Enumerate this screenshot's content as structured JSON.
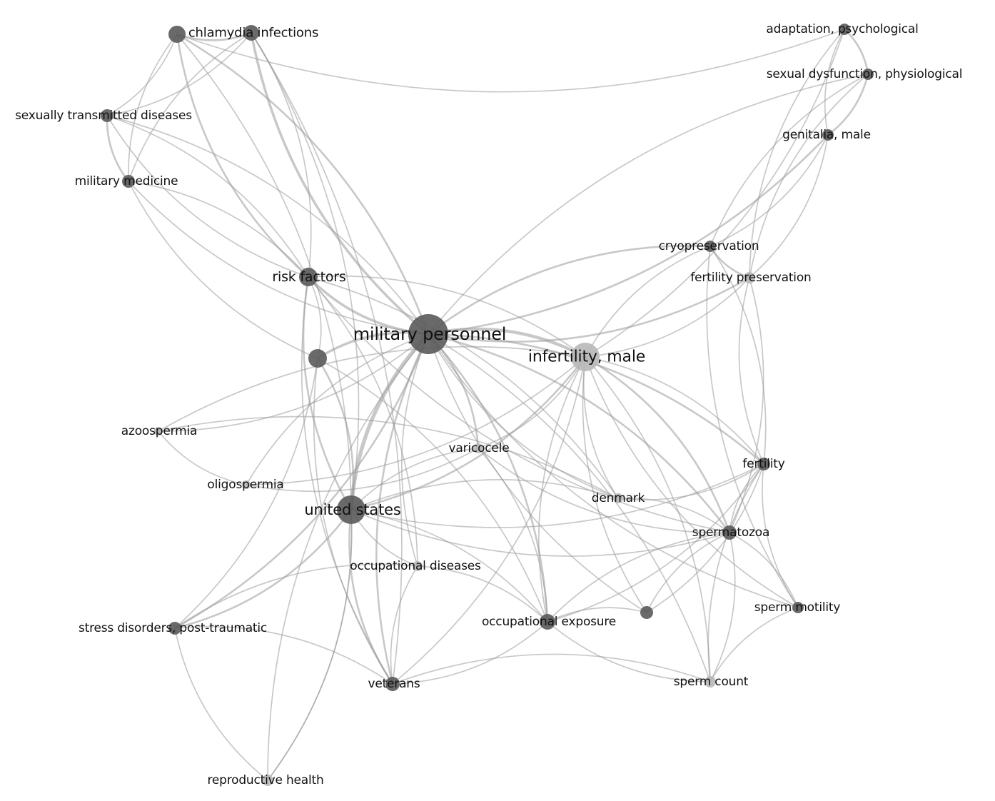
{
  "title": "Keyword co-occurrence network",
  "colors": {
    "node_dark": "#5a5a5a",
    "node_light": "#b8b8b8",
    "edge": "#9a9a9a",
    "label": "#111111"
  },
  "nodes": [
    {
      "label": "military personnel",
      "weight": 10,
      "shade": "dark"
    },
    {
      "label": "infertility, male",
      "weight": 7,
      "shade": "light"
    },
    {
      "label": "united states",
      "weight": 7,
      "shade": "dark"
    },
    {
      "label": "risk factors",
      "weight": 5,
      "shade": "dark"
    },
    {
      "label": "chlamydia infections",
      "weight": 4,
      "shade": "dark"
    },
    {
      "label": "",
      "weight": 4,
      "shade": "dark"
    },
    {
      "label": "sexually transmitted diseases",
      "weight": 3,
      "shade": "dark"
    },
    {
      "label": "military medicine",
      "weight": 3,
      "shade": "dark"
    },
    {
      "label": "",
      "weight": 5,
      "shade": "dark"
    },
    {
      "label": "azoospermia",
      "weight": 2,
      "shade": "light"
    },
    {
      "label": "oligospermia",
      "weight": 2,
      "shade": "light"
    },
    {
      "label": "varicocele",
      "weight": 2,
      "shade": "light"
    },
    {
      "label": "occupational diseases",
      "weight": 2,
      "shade": "light"
    },
    {
      "label": "stress disorders, post-traumatic",
      "weight": 3,
      "shade": "dark"
    },
    {
      "label": "veterans",
      "weight": 4,
      "shade": "dark"
    },
    {
      "label": "reproductive health",
      "weight": 3,
      "shade": "light"
    },
    {
      "label": "occupational exposure",
      "weight": 4,
      "shade": "dark"
    },
    {
      "label": "",
      "weight": 3,
      "shade": "dark"
    },
    {
      "label": "sperm count",
      "weight": 3,
      "shade": "light"
    },
    {
      "label": "sperm motility",
      "weight": 3,
      "shade": "dark"
    },
    {
      "label": "spermatozoa",
      "weight": 4,
      "shade": "dark"
    },
    {
      "label": "denmark",
      "weight": 2,
      "shade": "light"
    },
    {
      "label": "fertility",
      "weight": 3,
      "shade": "dark"
    },
    {
      "label": "fertility preservation",
      "weight": 3,
      "shade": "light"
    },
    {
      "label": "cryopreservation",
      "weight": 3,
      "shade": "dark"
    },
    {
      "label": "genitalia, male",
      "weight": 3,
      "shade": "dark"
    },
    {
      "label": "sexual dysfunction, physiological",
      "weight": 3,
      "shade": "dark"
    },
    {
      "label": "adaptation, psychological",
      "weight": 3,
      "shade": "dark"
    }
  ],
  "edges": [
    [
      0,
      1,
      4
    ],
    [
      0,
      2,
      5
    ],
    [
      0,
      3,
      3
    ],
    [
      0,
      4,
      2
    ],
    [
      0,
      5,
      3
    ],
    [
      0,
      6,
      1
    ],
    [
      0,
      7,
      1
    ],
    [
      0,
      8,
      3
    ],
    [
      0,
      9,
      1
    ],
    [
      0,
      10,
      1
    ],
    [
      0,
      11,
      2
    ],
    [
      0,
      12,
      1
    ],
    [
      0,
      13,
      2
    ],
    [
      0,
      14,
      2
    ],
    [
      0,
      16,
      2
    ],
    [
      0,
      17,
      1
    ],
    [
      0,
      18,
      1
    ],
    [
      0,
      19,
      1
    ],
    [
      0,
      20,
      2
    ],
    [
      0,
      21,
      1
    ],
    [
      0,
      22,
      2
    ],
    [
      0,
      23,
      2
    ],
    [
      0,
      24,
      2
    ],
    [
      0,
      25,
      2
    ],
    [
      0,
      26,
      1
    ],
    [
      0,
      15,
      1
    ],
    [
      1,
      2,
      2
    ],
    [
      1,
      3,
      1
    ],
    [
      1,
      11,
      1
    ],
    [
      1,
      16,
      1
    ],
    [
      1,
      18,
      1
    ],
    [
      1,
      19,
      1
    ],
    [
      1,
      20,
      2
    ],
    [
      1,
      21,
      1
    ],
    [
      1,
      22,
      1
    ],
    [
      1,
      23,
      1
    ],
    [
      1,
      24,
      1
    ],
    [
      1,
      9,
      1
    ],
    [
      1,
      10,
      1
    ],
    [
      1,
      17,
      1
    ],
    [
      1,
      14,
      1
    ],
    [
      1,
      27,
      1
    ],
    [
      2,
      3,
      2
    ],
    [
      2,
      8,
      2
    ],
    [
      2,
      13,
      2
    ],
    [
      2,
      14,
      2
    ],
    [
      2,
      15,
      1
    ],
    [
      2,
      12,
      1
    ],
    [
      2,
      16,
      1
    ],
    [
      2,
      20,
      1
    ],
    [
      2,
      21,
      1
    ],
    [
      2,
      22,
      1
    ],
    [
      2,
      11,
      1
    ],
    [
      2,
      5,
      1
    ],
    [
      3,
      4,
      2
    ],
    [
      3,
      5,
      1
    ],
    [
      3,
      6,
      1
    ],
    [
      3,
      7,
      1
    ],
    [
      3,
      8,
      1
    ],
    [
      3,
      14,
      1
    ],
    [
      3,
      12,
      1
    ],
    [
      3,
      20,
      1
    ],
    [
      3,
      21,
      1
    ],
    [
      4,
      5,
      2
    ],
    [
      4,
      6,
      1
    ],
    [
      4,
      7,
      1
    ],
    [
      4,
      2,
      1
    ],
    [
      4,
      27,
      1
    ],
    [
      5,
      6,
      1
    ],
    [
      5,
      7,
      1
    ],
    [
      5,
      14,
      1
    ],
    [
      6,
      7,
      2
    ],
    [
      6,
      3,
      1
    ],
    [
      7,
      8,
      1
    ],
    [
      8,
      16,
      1
    ],
    [
      8,
      14,
      1
    ],
    [
      8,
      13,
      1
    ],
    [
      9,
      10,
      1
    ],
    [
      9,
      21,
      1
    ],
    [
      10,
      11,
      1
    ],
    [
      11,
      16,
      1
    ],
    [
      11,
      20,
      1
    ],
    [
      12,
      16,
      1
    ],
    [
      12,
      14,
      1
    ],
    [
      13,
      14,
      1
    ],
    [
      13,
      15,
      1
    ],
    [
      13,
      12,
      1
    ],
    [
      14,
      16,
      1
    ],
    [
      14,
      18,
      1
    ],
    [
      15,
      2,
      1
    ],
    [
      16,
      17,
      1
    ],
    [
      16,
      18,
      1
    ],
    [
      16,
      20,
      1
    ],
    [
      16,
      22,
      1
    ],
    [
      17,
      20,
      1
    ],
    [
      17,
      22,
      1
    ],
    [
      18,
      19,
      1
    ],
    [
      18,
      20,
      1
    ],
    [
      18,
      22,
      1
    ],
    [
      19,
      20,
      1
    ],
    [
      19,
      22,
      1
    ],
    [
      20,
      21,
      1
    ],
    [
      20,
      22,
      1
    ],
    [
      21,
      22,
      1
    ],
    [
      22,
      23,
      1
    ],
    [
      22,
      24,
      1
    ],
    [
      23,
      24,
      2
    ],
    [
      23,
      25,
      1
    ],
    [
      23,
      26,
      1
    ],
    [
      24,
      25,
      1
    ],
    [
      24,
      26,
      1
    ],
    [
      25,
      26,
      2
    ],
    [
      25,
      27,
      1
    ],
    [
      26,
      27,
      2
    ],
    [
      23,
      20,
      1
    ],
    [
      24,
      19,
      1
    ],
    [
      23,
      27,
      1
    ]
  ]
}
